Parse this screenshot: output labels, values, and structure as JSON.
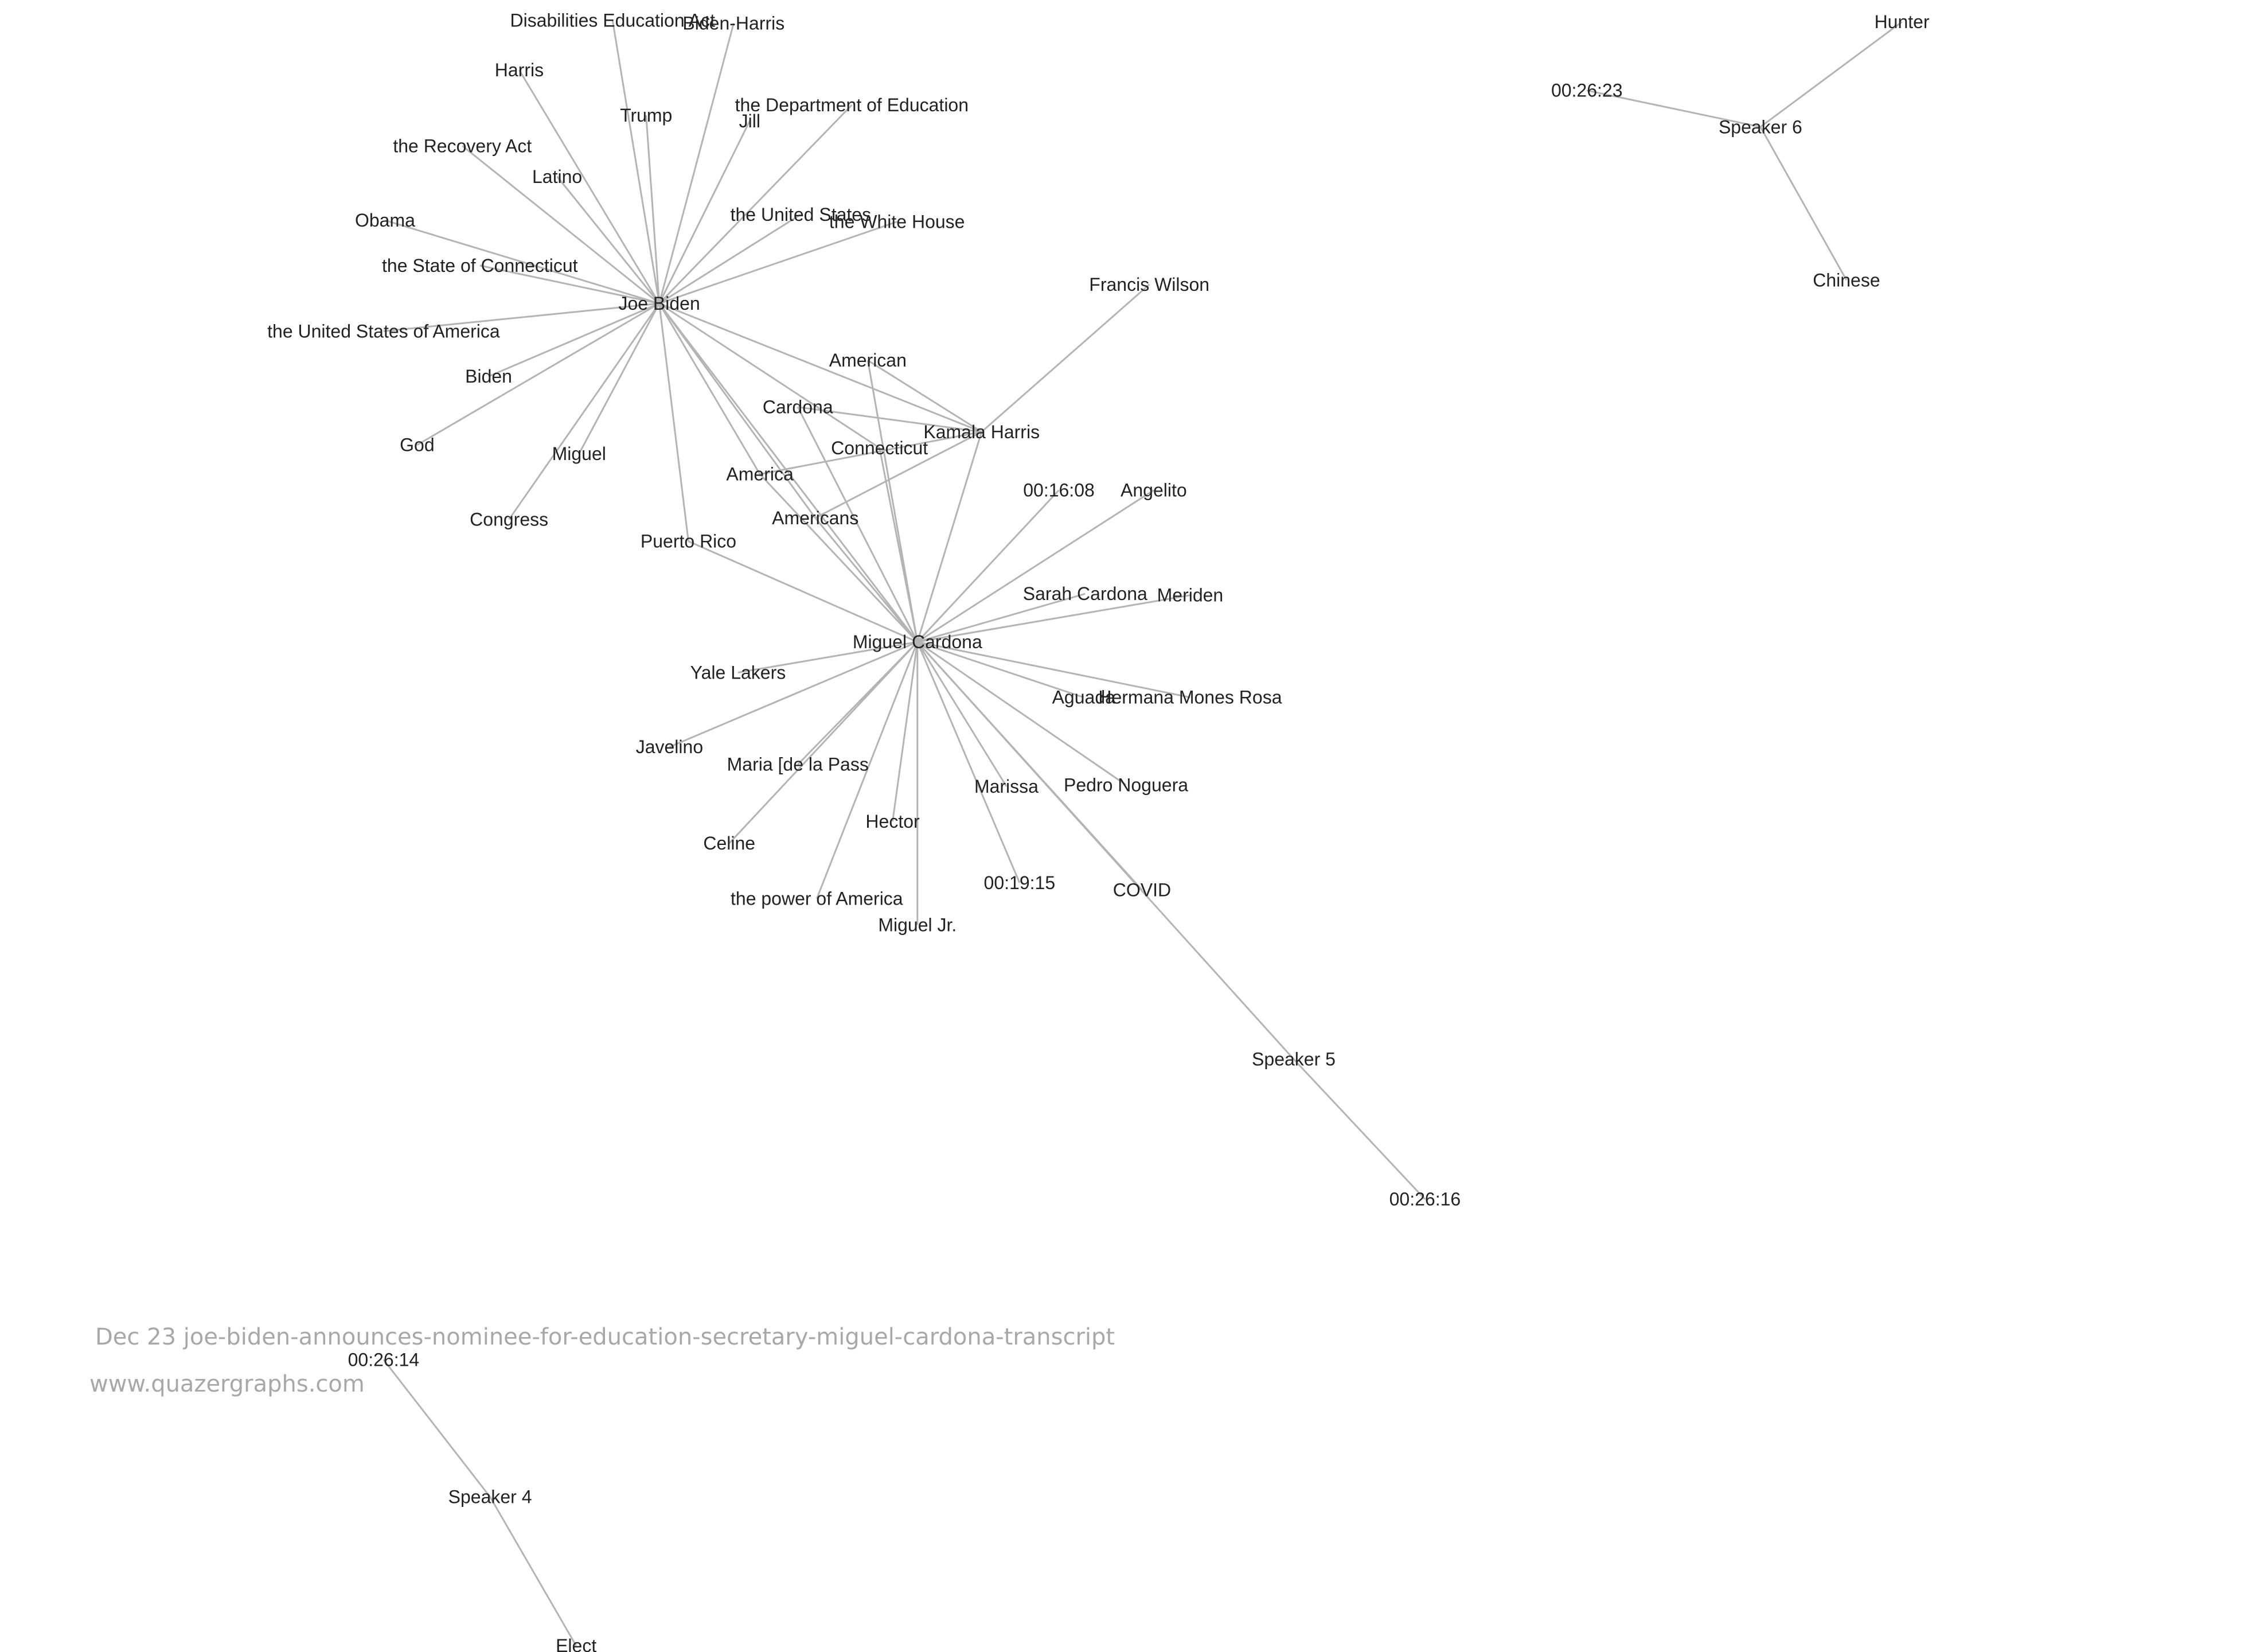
{
  "graph": {
    "nodes": [
      {
        "id": "joe_biden",
        "label": "Joe Biden"
      },
      {
        "id": "miguel_cardona",
        "label": "Miguel Cardona"
      },
      {
        "id": "disabilities_education_act",
        "label": "Disabilities Education Act"
      },
      {
        "id": "biden_harris",
        "label": "Biden-Harris"
      },
      {
        "id": "harris",
        "label": "Harris"
      },
      {
        "id": "trump",
        "label": "Trump"
      },
      {
        "id": "dept_education",
        "label": "the Department of Education"
      },
      {
        "id": "jill",
        "label": "Jill"
      },
      {
        "id": "recovery_act",
        "label": "the Recovery Act"
      },
      {
        "id": "latino",
        "label": "Latino"
      },
      {
        "id": "obama",
        "label": "Obama"
      },
      {
        "id": "united_states",
        "label": "the United States"
      },
      {
        "id": "white_house",
        "label": "the White House"
      },
      {
        "id": "state_of_connecticut",
        "label": "the State of Connecticut"
      },
      {
        "id": "usa",
        "label": "the United States of America"
      },
      {
        "id": "biden",
        "label": "Biden"
      },
      {
        "id": "god",
        "label": "God"
      },
      {
        "id": "miguel",
        "label": "Miguel"
      },
      {
        "id": "congress",
        "label": "Congress"
      },
      {
        "id": "puerto_rico",
        "label": "Puerto Rico"
      },
      {
        "id": "american",
        "label": "American"
      },
      {
        "id": "cardona",
        "label": "Cardona"
      },
      {
        "id": "kamala_harris",
        "label": "Kamala Harris"
      },
      {
        "id": "connecticut",
        "label": "Connecticut"
      },
      {
        "id": "america",
        "label": "America"
      },
      {
        "id": "americans",
        "label": "Americans"
      },
      {
        "id": "francis_wilson",
        "label": "Francis Wilson"
      },
      {
        "id": "t_001608",
        "label": "00:16:08"
      },
      {
        "id": "angelito",
        "label": "Angelito"
      },
      {
        "id": "sarah_cardona",
        "label": "Sarah Cardona"
      },
      {
        "id": "meriden",
        "label": "Meriden"
      },
      {
        "id": "aguada",
        "label": "Aguada"
      },
      {
        "id": "hermana_mones_rosa",
        "label": "Hermana Mones Rosa"
      },
      {
        "id": "yale_lakers",
        "label": "Yale Lakers"
      },
      {
        "id": "javelino",
        "label": "Javelino"
      },
      {
        "id": "maria",
        "label": "Maria [de la Pass"
      },
      {
        "id": "celine",
        "label": "Celine"
      },
      {
        "id": "marissa",
        "label": "Marissa"
      },
      {
        "id": "pedro_noguera",
        "label": "Pedro Noguera"
      },
      {
        "id": "hector",
        "label": "Hector"
      },
      {
        "id": "power_of_america",
        "label": "the power of America"
      },
      {
        "id": "t_001915",
        "label": "00:19:15"
      },
      {
        "id": "covid",
        "label": "COVID"
      },
      {
        "id": "miguel_jr",
        "label": "Miguel Jr."
      },
      {
        "id": "speaker_5",
        "label": "Speaker 5"
      },
      {
        "id": "t_002616",
        "label": "00:26:16"
      },
      {
        "id": "hunter",
        "label": "Hunter"
      },
      {
        "id": "t_002623",
        "label": "00:26:23"
      },
      {
        "id": "speaker_6",
        "label": "Speaker 6"
      },
      {
        "id": "chinese",
        "label": "Chinese"
      },
      {
        "id": "t_002614",
        "label": "00:26:14"
      },
      {
        "id": "speaker_4",
        "label": "Speaker 4"
      },
      {
        "id": "elect",
        "label": "Elect"
      }
    ],
    "edges": [
      [
        "joe_biden",
        "disabilities_education_act"
      ],
      [
        "joe_biden",
        "biden_harris"
      ],
      [
        "joe_biden",
        "harris"
      ],
      [
        "joe_biden",
        "trump"
      ],
      [
        "joe_biden",
        "dept_education"
      ],
      [
        "joe_biden",
        "jill"
      ],
      [
        "joe_biden",
        "recovery_act"
      ],
      [
        "joe_biden",
        "latino"
      ],
      [
        "joe_biden",
        "obama"
      ],
      [
        "joe_biden",
        "united_states"
      ],
      [
        "joe_biden",
        "white_house"
      ],
      [
        "joe_biden",
        "state_of_connecticut"
      ],
      [
        "joe_biden",
        "usa"
      ],
      [
        "joe_biden",
        "biden"
      ],
      [
        "joe_biden",
        "god"
      ],
      [
        "joe_biden",
        "miguel"
      ],
      [
        "joe_biden",
        "congress"
      ],
      [
        "joe_biden",
        "puerto_rico"
      ],
      [
        "joe_biden",
        "kamala_harris"
      ],
      [
        "joe_biden",
        "connecticut"
      ],
      [
        "joe_biden",
        "americans"
      ],
      [
        "joe_biden",
        "miguel_cardona"
      ],
      [
        "joe_biden",
        "america"
      ],
      [
        "miguel_cardona",
        "american"
      ],
      [
        "miguel_cardona",
        "cardona"
      ],
      [
        "miguel_cardona",
        "kamala_harris"
      ],
      [
        "miguel_cardona",
        "connecticut"
      ],
      [
        "miguel_cardona",
        "america"
      ],
      [
        "miguel_cardona",
        "americans"
      ],
      [
        "miguel_cardona",
        "puerto_rico"
      ],
      [
        "miguel_cardona",
        "t_001608"
      ],
      [
        "miguel_cardona",
        "angelito"
      ],
      [
        "miguel_cardona",
        "sarah_cardona"
      ],
      [
        "miguel_cardona",
        "meriden"
      ],
      [
        "miguel_cardona",
        "aguada"
      ],
      [
        "miguel_cardona",
        "hermana_mones_rosa"
      ],
      [
        "miguel_cardona",
        "yale_lakers"
      ],
      [
        "miguel_cardona",
        "javelino"
      ],
      [
        "miguel_cardona",
        "maria"
      ],
      [
        "miguel_cardona",
        "celine"
      ],
      [
        "miguel_cardona",
        "marissa"
      ],
      [
        "miguel_cardona",
        "pedro_noguera"
      ],
      [
        "miguel_cardona",
        "hector"
      ],
      [
        "miguel_cardona",
        "power_of_america"
      ],
      [
        "miguel_cardona",
        "t_001915"
      ],
      [
        "miguel_cardona",
        "covid"
      ],
      [
        "miguel_cardona",
        "miguel_jr"
      ],
      [
        "miguel_cardona",
        "speaker_5"
      ],
      [
        "american",
        "kamala_harris"
      ],
      [
        "cardona",
        "kamala_harris"
      ],
      [
        "kamala_harris",
        "francis_wilson"
      ],
      [
        "kamala_harris",
        "america"
      ],
      [
        "kamala_harris",
        "americans"
      ],
      [
        "speaker_5",
        "t_002616"
      ],
      [
        "speaker_6",
        "hunter"
      ],
      [
        "speaker_6",
        "t_002623"
      ],
      [
        "speaker_6",
        "chinese"
      ],
      [
        "speaker_4",
        "t_002614"
      ],
      [
        "speaker_4",
        "elect"
      ]
    ]
  },
  "caption": {
    "title": "Dec 23 joe-biden-announces-nominee-for-education-secretary-miguel-cardona-transcript",
    "url": "www.quazergraphs.com"
  },
  "colors": {
    "edge": "#b4b4b4",
    "label": "#222222",
    "caption": "#a8a8a8",
    "background": "#ffffff"
  }
}
